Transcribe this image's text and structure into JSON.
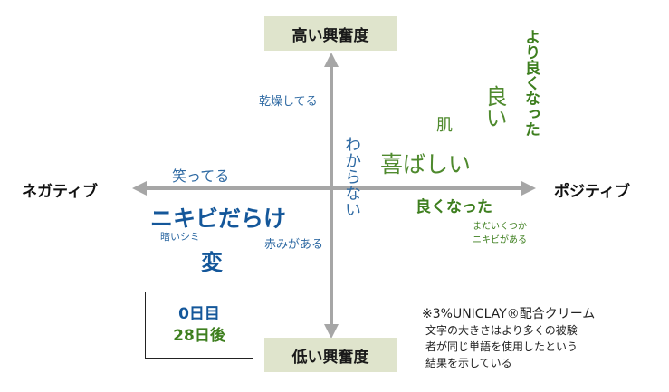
{
  "axes": {
    "top": "高い興奮度",
    "bottom": "低い興奮度",
    "left": "ネガティブ",
    "right": "ポジティブ"
  },
  "words": {
    "kansou": "乾燥してる",
    "waratteru": "笑ってる",
    "nikibi_darake": "ニキビだらけ",
    "kurai_shimi": "暗いシミ",
    "hen": "変",
    "akami": "赤みがある",
    "wakaranai": "わからない",
    "yokunatta_vertical": "より良くなった",
    "yoi": "良い",
    "hada": "肌",
    "yorokobashii": "喜ばしい",
    "yokunatta": "良くなった",
    "madaiikutsuka": "まだいくつか",
    "nikibi_ga_aru": "ニキビがある"
  },
  "legend": {
    "day0": "0日目",
    "day28": "28日後"
  },
  "note": {
    "line1": "※3%UNICLAY®配合クリーム",
    "line2": "文字の大きさはより多くの被験",
    "line3": "者が同じ単語を使用したという",
    "line4": "結果を示している"
  },
  "colors": {
    "axis": "#a6a6a6",
    "box_bg": "#dfe4cc",
    "blue": "#2f6aa3",
    "green": "#4f8a2e"
  }
}
